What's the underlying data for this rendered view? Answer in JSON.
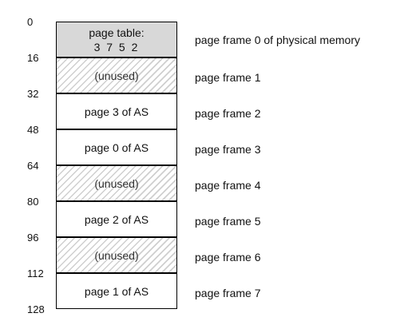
{
  "addresses": [
    "0",
    "16",
    "32",
    "48",
    "64",
    "80",
    "96",
    "112",
    "128"
  ],
  "frames": [
    {
      "kind": "page-table",
      "line1": "page table:",
      "line2": "3 7 5 2",
      "label": "page frame 0 of physical memory"
    },
    {
      "kind": "unused",
      "line1": "(unused)",
      "line2": "",
      "label": "page frame 1"
    },
    {
      "kind": "page",
      "line1": "page 3 of AS",
      "line2": "",
      "label": "page frame 2"
    },
    {
      "kind": "page",
      "line1": "page 0 of AS",
      "line2": "",
      "label": "page frame 3"
    },
    {
      "kind": "unused",
      "line1": "(unused)",
      "line2": "",
      "label": "page frame 4"
    },
    {
      "kind": "page",
      "line1": "page 2 of AS",
      "line2": "",
      "label": "page frame 5"
    },
    {
      "kind": "unused",
      "line1": "(unused)",
      "line2": "",
      "label": "page frame 6"
    },
    {
      "kind": "page",
      "line1": "page 1 of AS",
      "line2": "",
      "label": "page frame 7"
    }
  ]
}
